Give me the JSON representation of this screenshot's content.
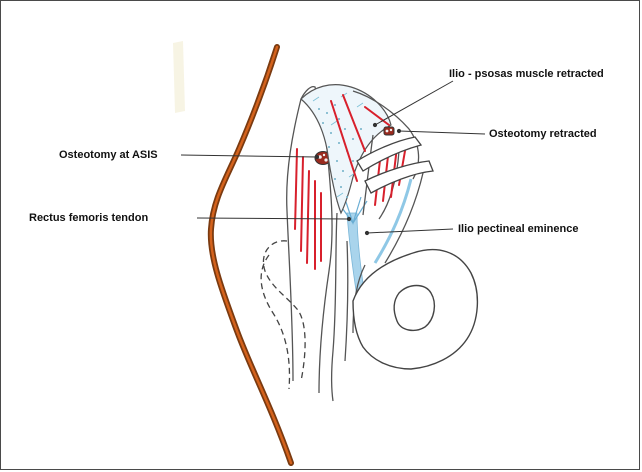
{
  "labels": {
    "iliopsoas": "Ilio - psosas  muscle retracted",
    "osteotomy_retracted": "Osteotomy retracted",
    "osteotomy_asis": "Osteotomy at ASIS",
    "rectus_femoris": "Rectus femoris tendon",
    "ilio_pectineal": "Ilio pectineal eminence"
  },
  "colors": {
    "skin_outline": "#b04a14",
    "muscle_fibers": "#d8202c",
    "tendon": "#8fc8e6",
    "bone_outline": "#444444",
    "osteotomy_fill": "#9a2a1e"
  }
}
